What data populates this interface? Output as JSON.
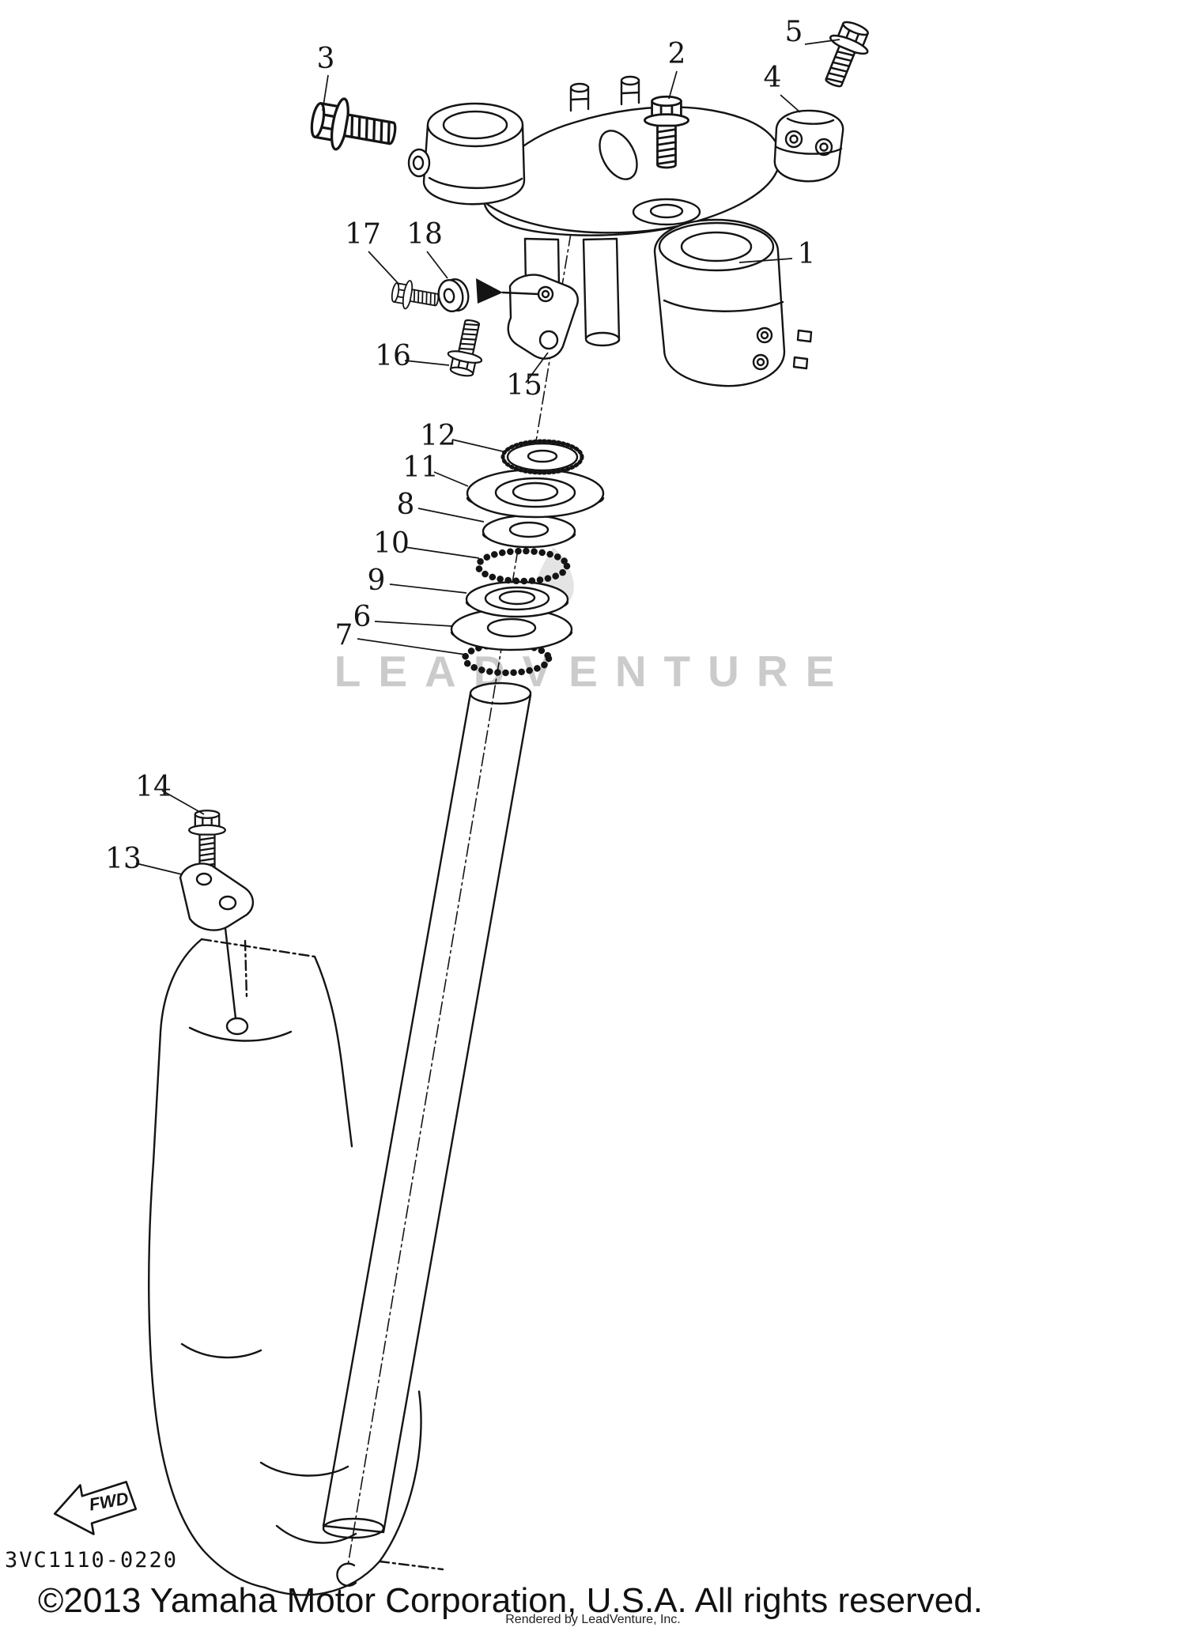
{
  "diagram": {
    "watermark": "LEADVENTURE",
    "fwd_label": "FWD",
    "callouts": {
      "1": "1",
      "2": "2",
      "3": "3",
      "4": "4",
      "5": "5",
      "6": "6",
      "7": "7",
      "8": "8",
      "9": "9",
      "10": "10",
      "11": "11",
      "12": "12",
      "13": "13",
      "14": "14",
      "15": "15",
      "16": "16",
      "17": "17",
      "18": "18"
    }
  },
  "footer": {
    "part_code": "3VC1110-0220",
    "copyright": "©2013 Yamaha Motor Corporation, U.S.A. All rights reserved.",
    "rendered_by": "Rendered by LeadVenture, Inc."
  }
}
